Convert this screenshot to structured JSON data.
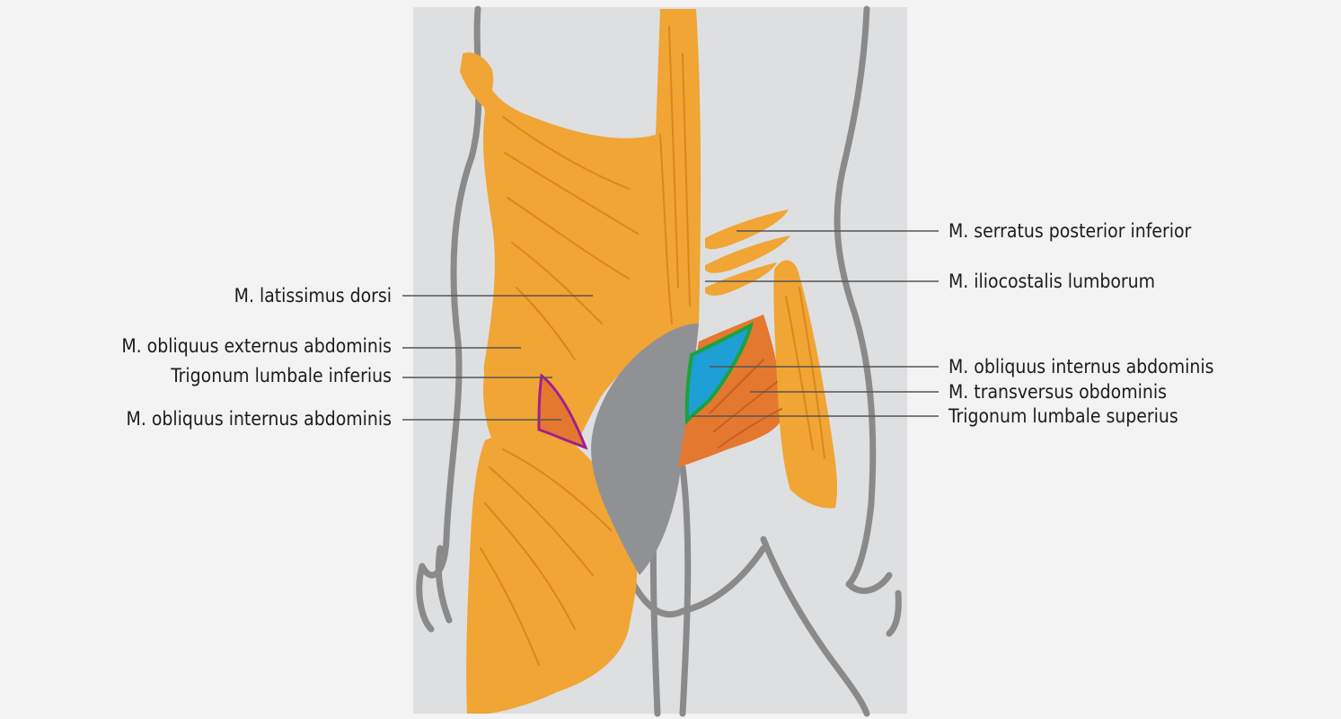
{
  "colors": {
    "background": "#f3f3f3",
    "panel": "#dedfe1",
    "body_outline": "#8a8a8a",
    "muscle_orange": "#f0a535",
    "muscle_fiber": "#d9871e",
    "deep_muscle": "#e5782f",
    "fascia_grey": "#8f9195",
    "inferior_triangle_outline": "#a0208f",
    "superior_triangle_fill": "#1e9fd6",
    "superior_triangle_outline": "#1aa33c",
    "leader_line": "#555555",
    "text": "#1c1c1c"
  },
  "labels_left": [
    "M. latissimus dorsi",
    "M. obliquus externus abdominis",
    "Trigonum lumbale inferius",
    "M. obliquus internus abdominis"
  ],
  "labels_right": [
    "M. serratus posterior inferior",
    "M. iliocostalis lumborum",
    "M. obliquus internus abdominis",
    "M. transversus obdominis",
    "Trigonum lumbale superius"
  ]
}
